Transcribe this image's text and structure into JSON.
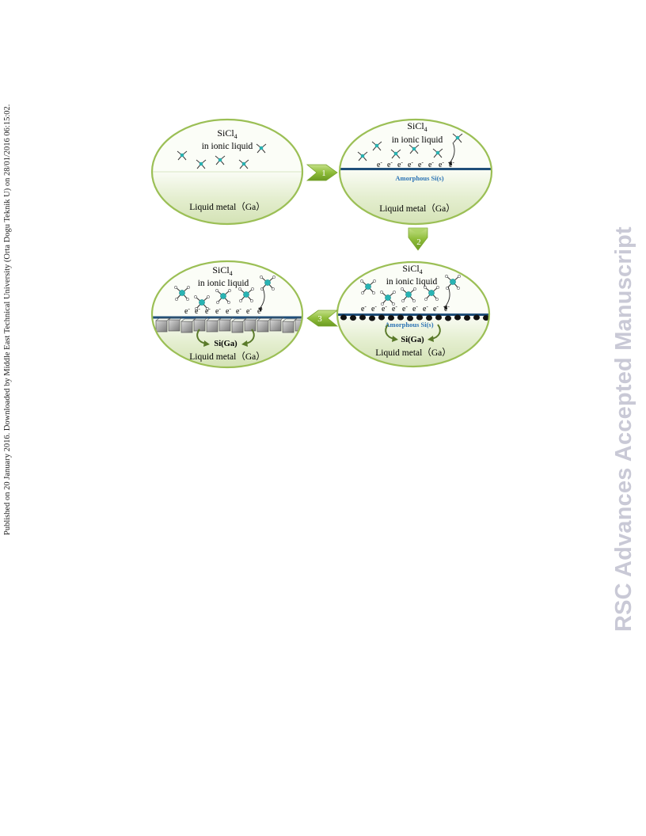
{
  "side_note": "Published on 20 January 2016. Downloaded by Middle East Technical University (Orta Dogu Teknik U) on 28/01/2016 06:15:02.",
  "watermark": "RSC Advances Accepted Manuscript",
  "diagram": {
    "panels": [
      {
        "reagent": "SiCl",
        "reagent_subscript": "4",
        "medium": "in ionic liquid",
        "metal": "Liquid metal（Ga）",
        "layer": "",
        "alloy": ""
      },
      {
        "reagent": "SiCl",
        "reagent_subscript": "4",
        "medium": "in ionic liquid",
        "metal": "Liquid metal（Ga）",
        "layer": "Amorphous Si(s)",
        "alloy": ""
      },
      {
        "reagent": "SiCl",
        "reagent_subscript": "4",
        "medium": "in ionic liquid",
        "metal": "Liquid metal（Ga）",
        "layer": "Amorphous Si(s)",
        "alloy": "Si(Ga)"
      },
      {
        "reagent": "SiCl",
        "reagent_subscript": "4",
        "medium": "in ionic liquid",
        "metal": "Liquid metal（Ga）",
        "layer": "",
        "alloy": "Si(Ga)"
      }
    ],
    "electron": "e",
    "electron_charge": "-",
    "steps": [
      "1",
      "2",
      "3"
    ]
  },
  "colors": {
    "ellipse_border": "#9bbf55",
    "liquid_top": "#f4f8ec",
    "liquid_mid": "#dfeac8",
    "interface_line": "#1f4e79",
    "arrow_fill": "#8fbd3a",
    "molecule_center": "#29b3b3",
    "amorphous_text": "#2e75b6",
    "alloy_arrow": "#5a7a2a",
    "watermark": "#c9c9d6"
  }
}
